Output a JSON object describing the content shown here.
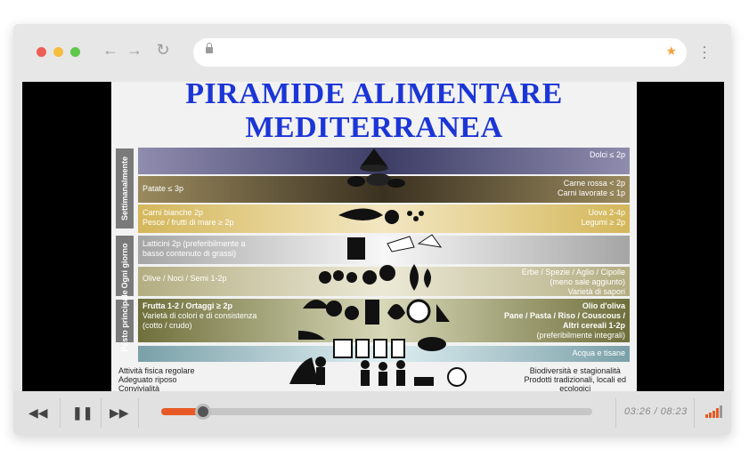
{
  "browser": {
    "url": "",
    "traffic_lights": {
      "close": "#ec5f57",
      "minimize": "#f5be3f",
      "maximize": "#5ec84d"
    },
    "icons": [
      "back-icon",
      "forward-icon",
      "reload-icon",
      "lock-icon",
      "bookmark-star-icon",
      "menu-icon"
    ],
    "accent": "#f2a33c"
  },
  "slide": {
    "title_line1": "PIRAMIDE ALIMENTARE",
    "title_line2": "MEDITERRANEA",
    "side_labels": {
      "weekly": "Settimanalmente",
      "daily": "Ogni giorno",
      "meal": "Pasto principale"
    },
    "bands": {
      "sweets": {
        "right": "Dolci ≤ 2p"
      },
      "potatoes_meat": {
        "left": "Patate ≤ 3p",
        "right": "Carne rossa < 2p\nCarni lavorate ≤ 1p"
      },
      "white_meat": {
        "left": "Carni bianche 2p\nPesce / frutti di mare ≥ 2p",
        "right": "Uova 2-4p\nLegumi ≥ 2p"
      },
      "dairy": {
        "left": "Latticini 2p (preferibilmente a\nbasso contenuto di grassi)"
      },
      "olives": {
        "left": "Olive / Noci / Semi 1-2p",
        "right": "Erbe / Spezie / Aglio / Cipolle\n(meno sale aggiunto)\nVarietà di sapori"
      },
      "fruit": {
        "left_bold": "Frutta 1-2 / Ortaggi ≥ 2p",
        "left": "Varietà di colori e di consistenza\n(cotto / crudo)",
        "right_bold": "Olio d'oliva\nPane / Pasta / Riso / Couscous /\nAltri cereali 1-2p",
        "right": "(preferibilmente integrali)"
      },
      "water": {
        "right": "Acqua e tisane"
      }
    },
    "footer_left": "Attività fisica regolare\nAdeguato riposo\nConvivialità",
    "footer_right": "Biodiversità e stagionalità\nProdotti tradizionali, locali ed\necologici\nAttività culinarie"
  },
  "player": {
    "current_time": "03:26",
    "duration": "08:23",
    "time_separator": "/",
    "progress": 0.085,
    "icons": [
      "rewind-icon",
      "pause-icon",
      "fast-forward-icon",
      "volume-bars-icon"
    ],
    "accent": "#e85a25"
  }
}
